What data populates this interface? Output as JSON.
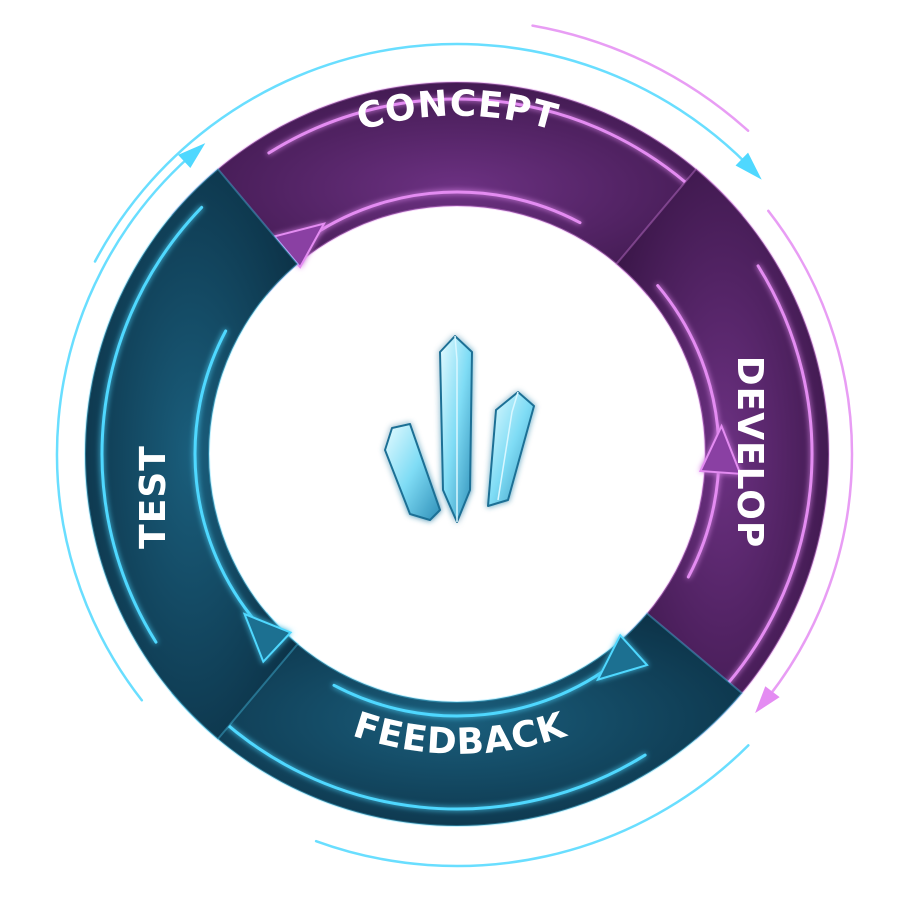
{
  "diagram": {
    "segments": [
      {
        "id": "concept",
        "label": "CONCEPT",
        "color": "#5c2770",
        "glow": "#e48cf2"
      },
      {
        "id": "develop",
        "label": "DEVELOP",
        "color": "#4c2260",
        "glow": "#e48cf2"
      },
      {
        "id": "feedback",
        "label": "FEEDBACK",
        "color": "#124a63",
        "glow": "#4fd8ff"
      },
      {
        "id": "test",
        "label": "TEST",
        "color": "#124a63",
        "glow": "#4fd8ff"
      }
    ],
    "center_icon": "crystal-cluster-icon",
    "palette": {
      "purple": "#5c2770",
      "purple_glow": "#e48cf2",
      "teal": "#124a63",
      "teal_glow": "#4fd8ff"
    }
  }
}
